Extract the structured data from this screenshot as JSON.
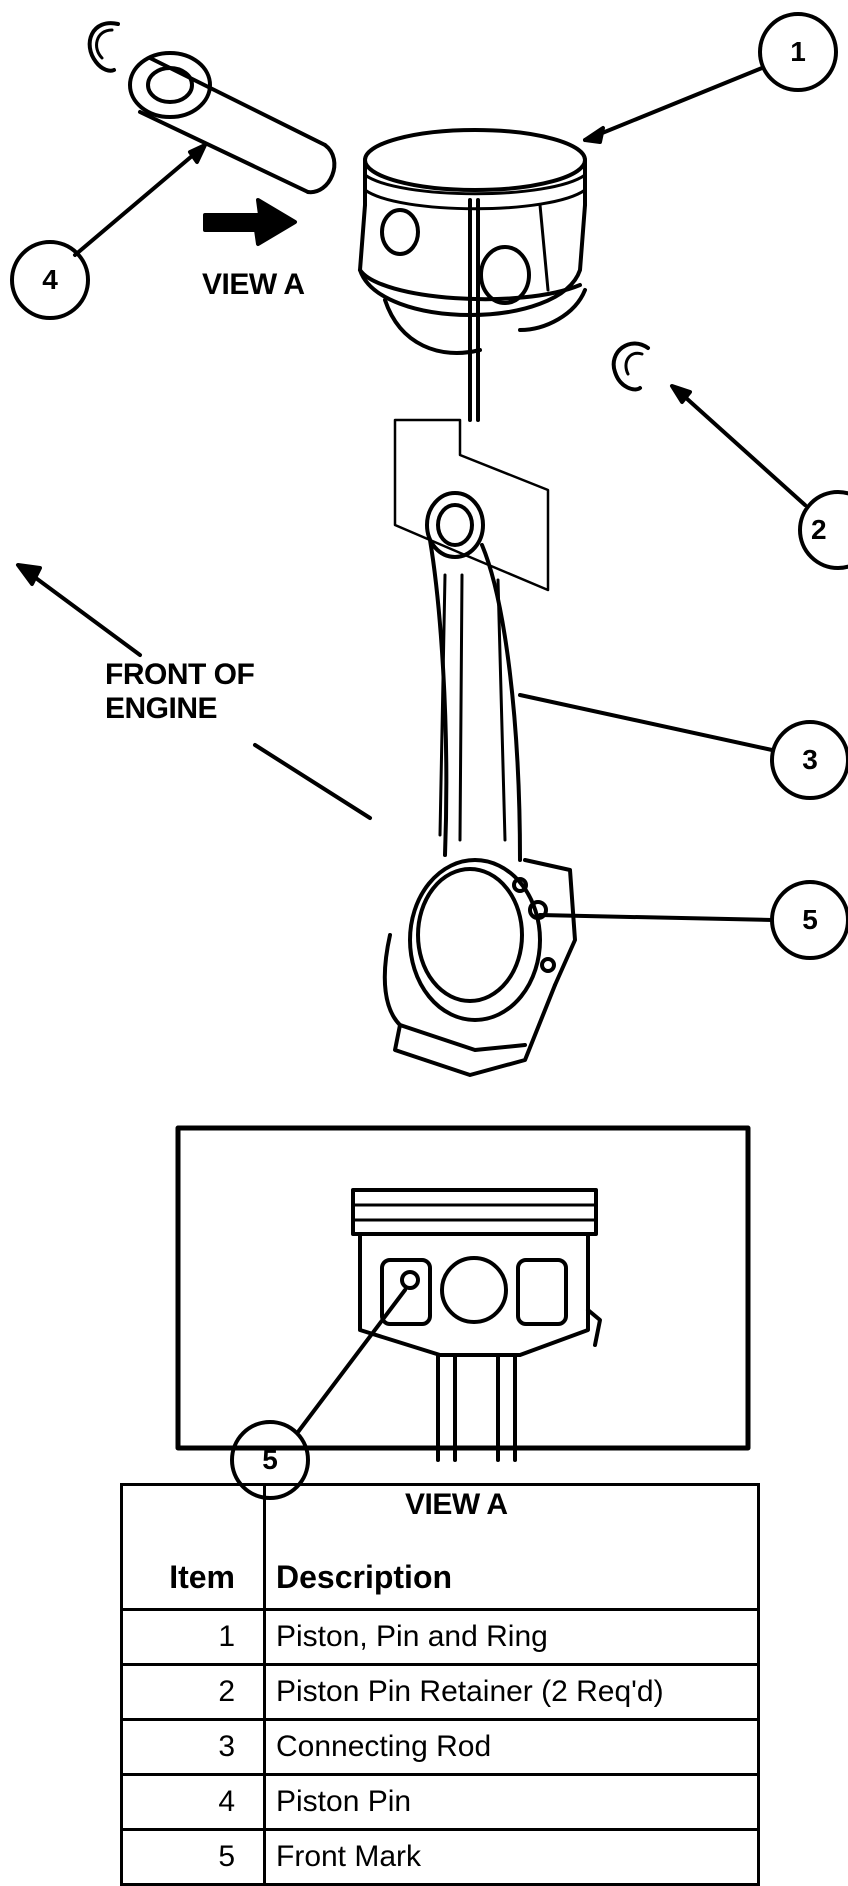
{
  "labels": {
    "view_a_top": "VIEW A",
    "front_of_engine_line1": "FRONT OF",
    "front_of_engine_line2": "ENGINE",
    "view_a_inset": "VIEW A"
  },
  "callouts": [
    "1",
    "2",
    "3",
    "4",
    "5"
  ],
  "inset_callout": "5",
  "table": {
    "header_item": "Item",
    "header_description": "Description",
    "rows": [
      {
        "item": "1",
        "description": "Piston, Pin and Ring"
      },
      {
        "item": "2",
        "description": "Piston Pin Retainer (2 Req'd)"
      },
      {
        "item": "3",
        "description": "Connecting Rod"
      },
      {
        "item": "4",
        "description": "Piston Pin"
      },
      {
        "item": "5",
        "description": "Front Mark"
      }
    ]
  }
}
